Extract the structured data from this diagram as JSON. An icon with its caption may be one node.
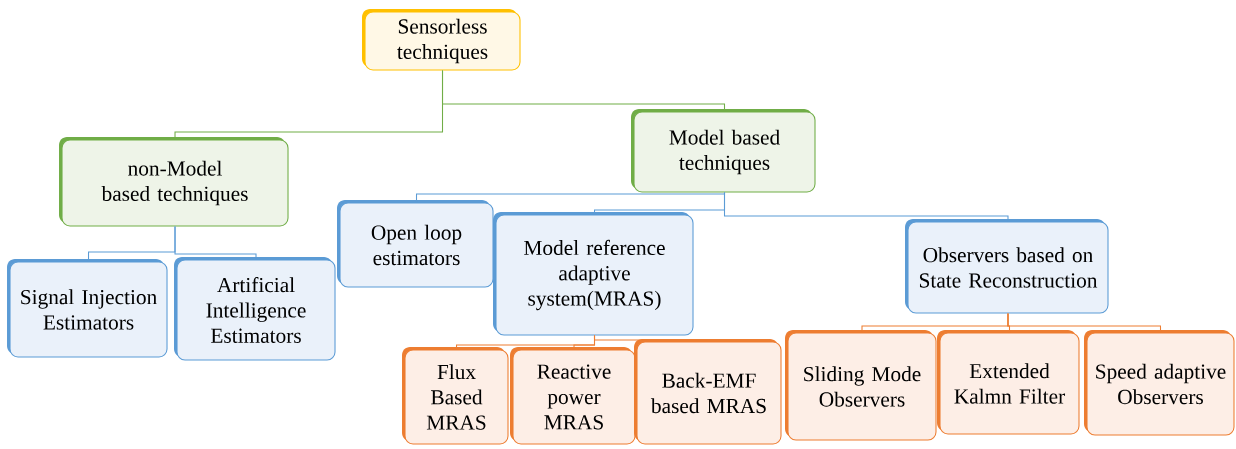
{
  "diagram": {
    "nodes": [
      {
        "text": [
          "Sensorless techniques"
        ]
      },
      {
        "text": [
          "non-Model based techniques"
        ]
      },
      {
        "text": [
          "Model based techniques"
        ]
      },
      {
        "text": [
          "Signal Injection Estimators"
        ]
      },
      {
        "text": [
          "Artificial Intelligence Estimators"
        ]
      },
      {
        "text": [
          "Open loop estimators"
        ]
      },
      {
        "text": [
          "Model reference adaptive system(MRAS)"
        ]
      },
      {
        "text": [
          "Observers based on State Reconstruction"
        ]
      },
      {
        "text": [
          "Flux Based MRAS"
        ]
      },
      {
        "text": [
          "Reactive power MRAS"
        ]
      },
      {
        "text": [
          "Back-EMF based MRAS"
        ]
      },
      {
        "text": [
          "Sliding Mode Observers"
        ]
      },
      {
        "text": [
          "Extended Kalmn Filter"
        ]
      },
      {
        "text": [
          "Speed adaptive Observers"
        ]
      }
    ],
    "edges": [
      {
        "from": 0,
        "to": 1,
        "arrow": "none",
        "color": "#70ad47"
      },
      {
        "from": 0,
        "to": 2,
        "arrow": "none",
        "color": "#70ad47"
      },
      {
        "from": 1,
        "to": 3,
        "arrow": "none",
        "color": "#5b9bd5"
      },
      {
        "from": 1,
        "to": 4,
        "arrow": "none",
        "color": "#5b9bd5"
      },
      {
        "from": 2,
        "to": 5,
        "arrow": "none",
        "color": "#5b9bd5"
      },
      {
        "from": 2,
        "to": 6,
        "arrow": "none",
        "color": "#5b9bd5"
      },
      {
        "from": 2,
        "to": 7,
        "arrow": "none",
        "color": "#5b9bd5"
      },
      {
        "from": 6,
        "to": 8,
        "arrow": "none"
      },
      {
        "from": 6,
        "to": 9,
        "arrow": "none"
      },
      {
        "from": 6,
        "to": 10,
        "arrow": "none"
      },
      {
        "from": 7,
        "to": 11,
        "arrow": "none"
      },
      {
        "from": 7,
        "to": 12,
        "arrow": "none"
      },
      {
        "from": 7,
        "to": 13,
        "arrow": "none"
      }
    ]
  }
}
